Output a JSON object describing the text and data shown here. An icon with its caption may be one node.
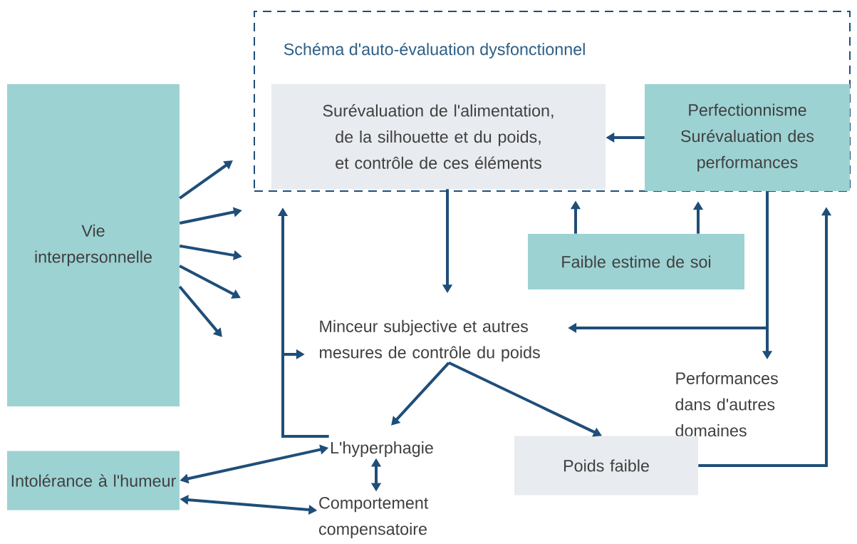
{
  "diagram": {
    "nodes": [
      {
        "text": [
          "Schéma d'auto-évaluation dysfonctionnel"
        ]
      },
      {
        "text": [
          "Surévaluation de l'alimentation, de la silhouette et du poids, et contrôle de ces éléments"
        ],
        "in": 0
      },
      {
        "text": [
          "Perfectionnisme",
          "Surévaluation des performances"
        ],
        "in": 0
      },
      {
        "text": [
          "Vie interpersonnelle"
        ]
      },
      {
        "text": [
          "Faible estime de soi"
        ]
      },
      {
        "text": [
          "Minceur subjective et autres mesures de contrôle du poids"
        ]
      },
      {
        "text": [
          "Performances dans d'autres domaines"
        ]
      },
      {
        "text": [
          "L'hyperphagie"
        ]
      },
      {
        "text": [
          "Poids faible"
        ]
      },
      {
        "text": [
          "Intolérance à l'humeur"
        ]
      },
      {
        "text": [
          "Comportement compensatoire"
        ]
      }
    ],
    "edges": [
      {
        "from": 3,
        "to": null,
        "arrow": "to"
      },
      {
        "from": 3,
        "to": null,
        "arrow": "to"
      },
      {
        "from": 3,
        "to": null,
        "arrow": "to"
      },
      {
        "from": 3,
        "to": null,
        "arrow": "to"
      },
      {
        "from": 3,
        "to": null,
        "arrow": "to"
      },
      {
        "from": 2,
        "to": 1,
        "arrow": "to"
      },
      {
        "from": 4,
        "to": 1,
        "arrow": "to"
      },
      {
        "from": 4,
        "to": 2,
        "arrow": "to"
      },
      {
        "from": 1,
        "to": 5,
        "arrow": "to"
      },
      {
        "from": 2,
        "to": 5,
        "arrow": "to"
      },
      {
        "from": 2,
        "to": 6,
        "arrow": "to"
      },
      {
        "from": 5,
        "to": 7,
        "arrow": "to"
      },
      {
        "from": 5,
        "to": 8,
        "arrow": "to"
      },
      {
        "from": 7,
        "to": 0,
        "arrow": "to"
      },
      {
        "from": 7,
        "to": 5,
        "arrow": "to"
      },
      {
        "from": 8,
        "to": 2,
        "arrow": "to"
      },
      {
        "from": 9,
        "to": 7,
        "arrow": "both"
      },
      {
        "from": 9,
        "to": 10,
        "arrow": "both"
      },
      {
        "from": 7,
        "to": 10,
        "arrow": "both"
      }
    ]
  }
}
